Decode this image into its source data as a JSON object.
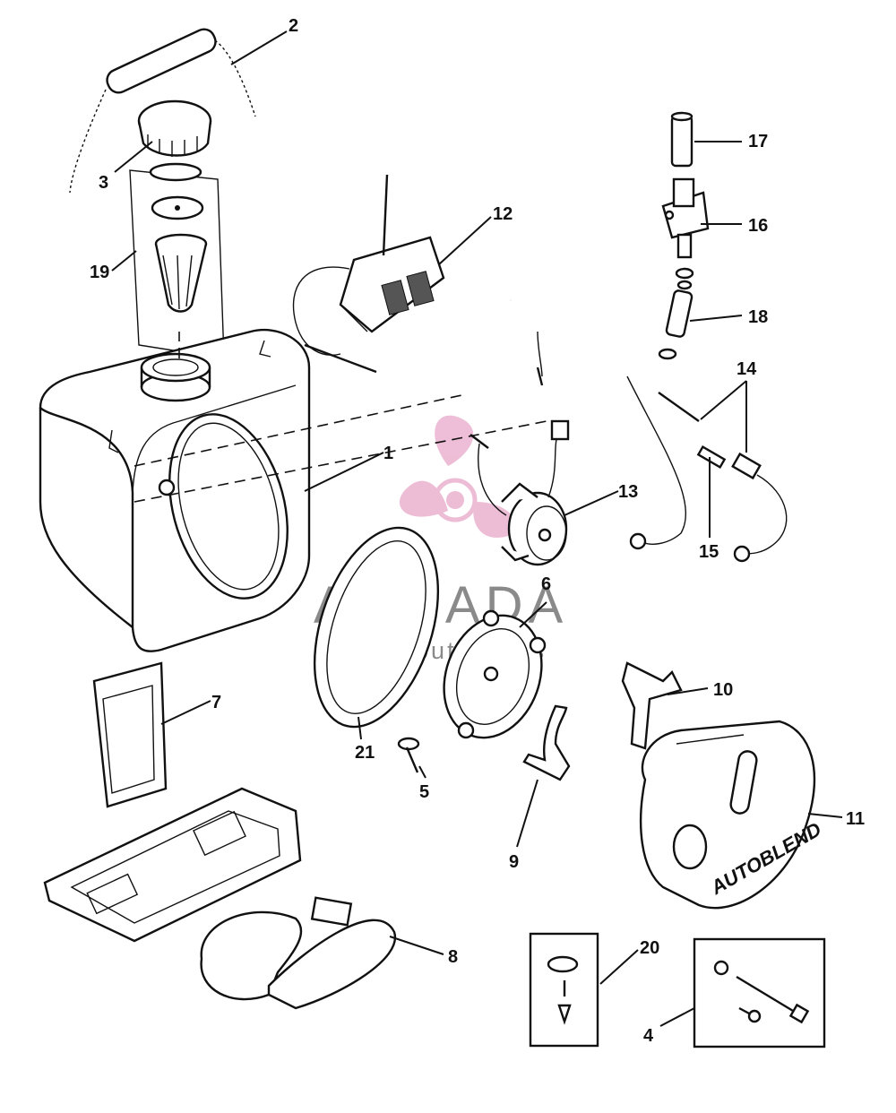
{
  "parts": {
    "p1": "1",
    "p2": "2",
    "p3": "3",
    "p4": "4",
    "p5": "5",
    "p6": "6",
    "p7": "7",
    "p8": "8",
    "p9": "9",
    "p10": "10",
    "p11": "11",
    "p12": "12",
    "p13": "13",
    "p14": "14",
    "p15": "15",
    "p16": "16",
    "p17": "17",
    "p18": "18",
    "p19": "19",
    "p20": "20",
    "p21": "21"
  },
  "cover_text": "AUTOBLEND",
  "watermark": {
    "brand": "ARMADA",
    "tagline": "marine outboards"
  },
  "colors": {
    "ink": "#111111",
    "watermark_pink": "#e8a7c9",
    "watermark_gray": "#8a8a8a"
  }
}
